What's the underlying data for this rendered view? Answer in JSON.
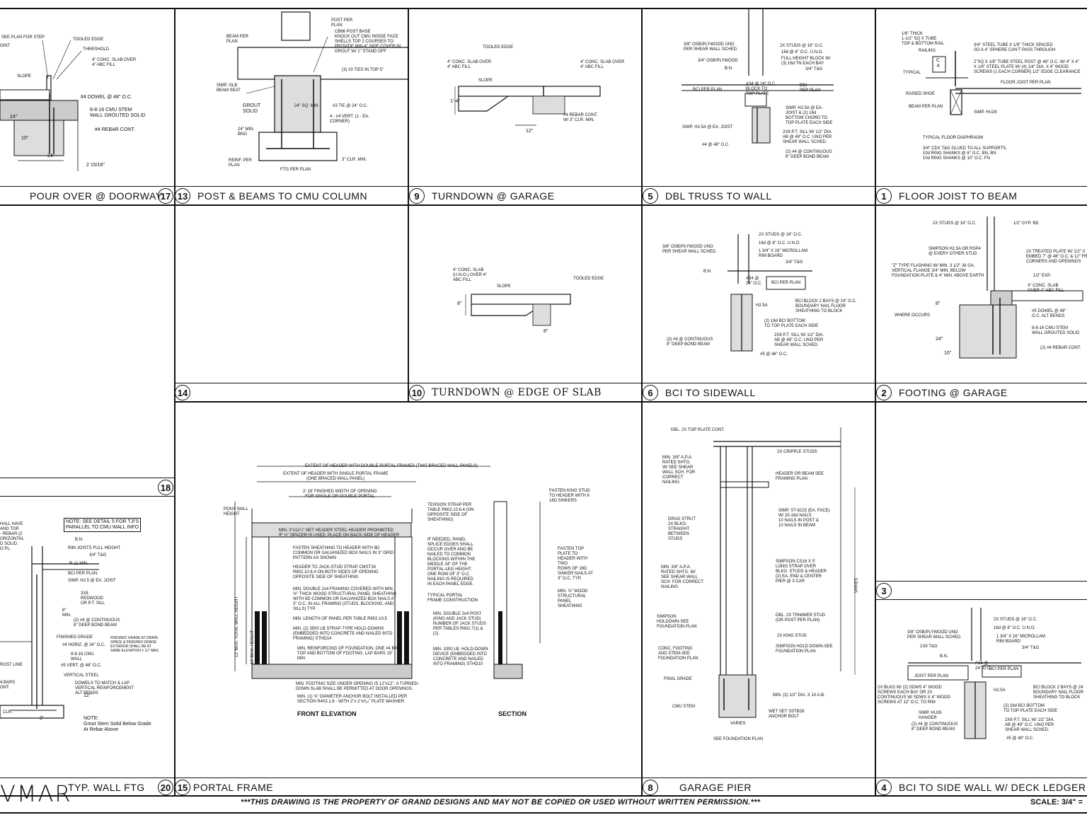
{
  "sheet": {
    "disclaimer": "***THIS DRAWING IS THE PROPERTY OF GRAND DESIGNS AND MAY NOT BE COPIED OR USED WITHOUT WRITTEN PERMISSION.***",
    "scale": "SCALE: 3/4\" =",
    "logo": "VMAR"
  },
  "details": [
    {
      "id": "d17",
      "num": "17",
      "title": "POUR OVER @ DOORWAY",
      "notes": [
        "SEE PLAN FOR STEP",
        "OINT",
        "TOOLED EDGE",
        "THRESHOLD",
        "4\" CONC. SLAB OVER\n4\" ABC FILL",
        "SLOPE",
        "#4 DOWEL @ 48\" O.C.",
        "8-8-16 CMU STEM\nWALL GROUTED SOLID",
        "#4 REBAR CONT.",
        "24\"",
        "10\"",
        "24\"",
        "2 15/16\""
      ]
    },
    {
      "id": "d13",
      "num": "13",
      "title": "POST & BEAMS TO CMU COLUMN",
      "notes": [
        "POST PER\nPLAN",
        "CB66 POST BASE\nKNOCK OUT CMU INSIDE FACE\nSHELLS TOP 2 COURSES TO\nPROVIDE MIN 4\" SIDE COVER IN\nGROUT W/ 1\" STAND OFF",
        "BEAM PER\nPLAN",
        "(3) #3 TIES IN TOP 5\"",
        "SIMP. GLB\nBEAM SEAT",
        "GROUT\nSOLID",
        "24\" SQ. MIN.",
        "#3 TIE @ 24\" O.C.",
        "4 - #4 VERT. (1 - EA.\nCORNER)",
        "24\" MIN.\nBNG",
        "REINF. PER\nPLAN",
        "3\" CLR. MIN.",
        "FTG PER PLAN"
      ]
    },
    {
      "id": "d9",
      "num": "9",
      "title": "TURNDOWN @ GARAGE",
      "notes": [
        "TOOLED EDGE",
        "4\" CONC. SLAB OVER\n4\" ABC FILL",
        "4\" CONC. SLAB OVER\n4\" ABC FILL",
        "SLOPE",
        "1'-4\"",
        "#4 REBAR CONT.\nW/ 3\" CLR. MIN.",
        "12\""
      ]
    },
    {
      "id": "d5",
      "num": "5",
      "title": "DBL TRUSS TO WALL",
      "notes": [
        "3/8\" OSB/PLYWOOD UNO\nPER SHEAR WALL SCHED.",
        "2X STUDS @ 16\" O.C.",
        "16d @ 8\" O.C. U.N.O.",
        "3/4\" OSB/PLYWOOD",
        "FULL HEIGHT BLOCK W/\n(3) 16d TN EACH BAY",
        "B.N.",
        "3/4\" T&G",
        "BCI PER PLAN",
        "A34 @ 24\" O.C.\nBLOCK TO\nTOP PLATE",
        "BCI\nPER PLAN",
        "SIMP. H2.5A @ EA.\nJOIST & (2) 16d\nBOTTOM CHORD TO\nTOP PLATE EACH SIDE",
        "SIMP. H2.5A @ EA. JOIST",
        "2X8 P.T. SILL W/ 1/2\" DIA.\nAB @ 48\" O.C. UNO PER\nSHEAR WALL SCHED.",
        "#4 @ 48\" O.C.",
        "(2) #4 @ CONTINUOUS\n8\" DEEP BOND BEAM"
      ]
    },
    {
      "id": "d1",
      "num": "1",
      "title": "FLOOR JOIST TO BEAM",
      "notes": [
        "1/8\" THICK\n1-1/2\" SQ X TUBE\nTOP & BOTTOM RAIL",
        "3/4\" STEEL TUBE X 1/8\" THICK SPACED\nSO A 4\" SPHERE CAN'T PASS THROUGH",
        "RAILING",
        "TYPICAL",
        "2\"SQ X 1/8\" TUBE STEEL POST @ 48\" O.C. W/ 4\" X 4\"\nX 1/4\" STEEL PLATE W/ (4) 1/4\" DIA. X 4\" WOOD\nSCREWS (1 EACH CORNER) 1/2\" EDGE CLEARANCE",
        "FLOOR JOIST PER PLAN",
        "RAISED SHOE",
        "BEAM PER PLAN",
        "SIMP. HU28",
        "TYPICAL FLOOR DIAPHRAGM",
        "3/4\" CDX T&G GLUED TO ALL SUPPORTS,\n10d RING SHANKS @ 6\" O.C. BN, BN\n10d RING SHANKS @ 10\" O.C. FN",
        "C\n4"
      ]
    },
    {
      "id": "d14",
      "num": "14",
      "title": "",
      "notes": []
    },
    {
      "id": "d10",
      "num": "10",
      "title": "TURNDOWN @ EDGE OF SLAB",
      "notes": [
        "4\" CONC. SLAB\n(U.N.O.) OVER 4\"\nABC FILL",
        "TOOLED EDGE",
        "SLOPE",
        "8\"",
        "8\""
      ]
    },
    {
      "id": "d6",
      "num": "6",
      "title": "BCI TO SIDEWALL",
      "notes": [
        "2X STUDS @ 16\" O.C.",
        "3/8\" OSB/PLYWOOD UNO\nPER SHEAR WALL SCHED.",
        "16d @ 8\" O.C. U.N.O.",
        "1 3/4\" X 16\" MICROLLAM\nRIM BOARD",
        "3/4\" T&G",
        "B.N.",
        "A34 @\n24\" O.C.",
        "BCI PER PLAN",
        "BCI BLOCK 2 BAYS @ 24\" O.C.\nBOUNDARY NAIL FLOOR\nSHEATHING TO BLOCK",
        "H2.5A",
        "(2) 16d BCI BOTTOM\nTO TOP PLATE EACH SIDE",
        "(2) #4 @ CONTINUOUS\n8\" DEEP BOND BEAM",
        "2X8 P.T. SILL W/ 1/2\" DIA.\nAB @ 48\" O.C. UNO PER\nSHEAR WALL SCHED.",
        "#5 @ 48\" O.C."
      ]
    },
    {
      "id": "d2",
      "num": "2",
      "title": "FOOTING @ GARAGE",
      "notes": [
        "2X STUDS @ 16\" O.C.",
        "1/2\" GYP. BD",
        "SIMPSON H2.5A OR RSP4\n@ EVERY OTHER STUD",
        "2X TREATED PLATE W/ 1/2\" X 10\"\nEMBED 7\" @ 48\" O.C. & 12\" FROM\nCORNERS AND OPENINGS",
        "\"Z\" TYPE FLASHING W/ MIN. 3 1/2\" 26 GA.\nVERTICAL FLANGE 3/4\" MIN. BELOW\nFOUNDATION PLATE & 4\" MIN. ABOVE EARTH",
        "1/2\" EXP.",
        "4\" CONC. SLAB\nOVER 4\" ABC FILL",
        "WHERE OCCURS",
        "#5 DOWEL @ 48\"\nO.C. ALT BENDS",
        "8-8-16 CMU STEM\nWALL GROUTED SOLID",
        "(2) #4 REBAR CONT.",
        "24\"",
        "8\"",
        "10\""
      ]
    },
    {
      "id": "d18",
      "num": "18",
      "title": "",
      "notes": []
    },
    {
      "id": "d20",
      "num": "20",
      "title": "TYP. WALL FTG",
      "notes": [
        "HALL HAVE\nAND TOP.\n- REBAR (2\nORIZONTAL\nD SOLID.\nO PL.",
        "NOTE: SEE DETAIL 5 FOR TJI'S\nPARALLEL TO CMU WALL INFO",
        "B.N.",
        "RIM JOISTS FULL HEIGHT",
        "3/4\" T&G",
        "R-11 MIN.",
        "BCI PER PLAN",
        "SIMP. H2.5 @ EA. JOIST",
        "3X8\nREDWOOD\nOR P.T. SILL",
        "(2) #4 @ CONTINUOUS\n8\" DEEP BOND BEAM",
        "FINISHED GRADE",
        "#4 HORIZ. @ 24\" O.C.",
        "8-8-16 CMU\nWALL",
        "#5 VERT. @ 48\" O.C.",
        "VERTICAL STEEL",
        "DOWELS TO MATCH & LAP\nVERTICAL REINFORCEMENT\nALT BENDS",
        "FINISHED GRADE AT DRAIN-\nSPACE & FINISHED GRADE\nEXTERIOR SHALL BE AT\nSAME ELEVATION ± 12\" MAX.",
        "NOTE:\nGrout Stem Solid Below Grade\nAt Rebar Above",
        "CLR.",
        "2'",
        "12\"",
        "8\"\nMIN.",
        "ROST LINE",
        "4 BARS\nONT."
      ]
    },
    {
      "id": "d15",
      "num": "15",
      "title": "PORTAL FRAME",
      "notes": [
        "EXTENT OF HEADER WITH DOUBLE PORTAL FRAMES (TWO BRACED WALL PANELS)",
        "EXTENT OF HEADER WITH SINGLE PORTAL FRAME\n(ONE BRACED WALL PANEL)",
        "2'-18' FINISHED WIDTH OF OPENING\nFOR SINGLE OR DOUBLE PORTAL",
        "PONY WALL\nHEIGHT",
        "MIN. 3\"x11¼\" NET HEADER STEEL HEADER PROHIBITED\nIF ½\" SPACER IS USED, PLACE ON BACK-SIDE OF HEADER",
        "FASTEN SHEATHING TO HEADER WITH 8D\nCOMMON OR GALVANIZED BOX NAILS IN 3\" GRID\nPATTERN AS SHOWN",
        "HEADER TO JACK-STUD STRAP CMST16\nR602.10.6.4 ON BOTH SIDES OF OPENING\nOPPOSITE SIDE OF SHEATHING",
        "MIN. DOUBLE 2x4 FRAMING COVERED WITH MIN.\n⅜\" THICK WOOD STRUCTURAL PANEL SHEATHING\nWITH 8D COMMON OR GALVANIZED BOX NAILS AT\n3\" O.C. IN ALL FRAMING (STUDS, BLOCKING, AND\nSILLS) TYP.",
        "MIN. LENGTH OF PANEL PER TABLE R602.10.5",
        "MIN. (2) 3500 LB STRAP-TYPE HOLD-DOWNS\n(EMBEDDED INTO CONCRETE AND NAILED INTO\nFRAMING) STHD14",
        "MIN. REINFORCING OF FOUNDATION, ONE #4 BAR\nTOP AND BOTTOM OF FOOTING. LAP BARS 15\"\nMIN",
        "MIN. FOOTING SIZE UNDER OPENING IS 12\"x12\". A TURNED-\nDOWN SLAB SHALL BE PERMITTED AT DOOR OPENINGS.",
        "MIN. (1) ⅝\" DIAMETER ANCHOR BOLT INSTALLED PER\nSECTION R403.1.6 - WITH 2\"x 2\"x³⁄₁₆\" PLATE WASHER",
        "TENSION STRAP PER\nTABLE R602.10.6.4 (ON\nOPPOSITE SIDE OF\nSHEATHING)",
        "IF NEEDED, PANEL\nSPLICE EDGES SHALL\nOCCUR OVER AND BE\nNAILED TO COMMON\nBLOCKING WITHIN THE\nMIDDLE 24\" OF THE\nPORTAL-LEG HEIGHT.\nONE ROW OF 3\" O.C.\nNAILING IS REQUIRED\nIN EACH PANEL EDGE.",
        "TYPICAL PORTAL\nFRAME CONSTRUCTION",
        "MIN. DOUBLE 2x4 POST\n(KING AND JACK STUD)\nNUMBER OF JACK STUDS\nPER TABLES R602.7(1) &\n(2).",
        "MIN. 1000 LB. HOLD-DOWN\nDEVICE (EMBEDDED INTO\nCONCRETE AND NAILED\nINTO FRAMING) STHD10",
        "FASTEN KING STUD\nTO HEADER WITH 6\n16D SINKERS",
        "FASTEN TOP\nPLATE TO\nHEADER WITH\nTWO\nROWS OF 16D\nSINKER NAILS AT\n3\" O.C. TYP.",
        "MIN. ⅜\" WOOD\nSTRUCTURAL\nPANEL\nSHEATHING",
        "FRONT ELEVATION",
        "SECTION",
        "12' MAX. TOTAL WALL HEIGHT",
        "10' MAX. HEIGHT"
      ]
    },
    {
      "id": "d8",
      "num": "8",
      "title": "GARAGE PIER",
      "notes": [
        "DBL. 2X TOP PLATE CONT.",
        "MIN. 3/8\" A.P.A.\nRATED SHTG.\nW/ SEE SHEAR\nWALL SCH. FOR\nCORRECT\nNAILING",
        "2X CRIPPLE STUDS",
        "HEADER OR BEAM SEE\nFRAMING PLAN",
        "SIMP. ST-6215 (EA. FACE)\nW/ 20-16d NAILS\n10 NAILS IN POST &\n10 NAILS IN BEAM",
        "DRAG STRUT\n2X BLKG.\nSTRAIGHT\nBETWEEN\nSTUDS",
        "SIMPSON CS16 X 5'\nLONG STRAP OVER\nBLKG. STUDS & HEADER\n(2) EA. END & CENTER\nPIER @ 3 CAR",
        "MIN. 3/8\" A.P.A.\nRATED SHTG. W/\nSEE SHEAR WALL\nSCH. FOR CORRECT\nNAILING",
        "DBL. 2X TRIMMER STUD\n(OR POST PER PLAN)",
        "SIMPSON\nHOLDOWN-SEE\nFOUNDATION PLAN",
        "2X KING STUD",
        "CONC. FOOTING\nAND STEM-SEE\nFOUNDATION PLAN",
        "SIMPSON HOLD DOWN-SEE\nFOUNDATION PLAN",
        "FINAL GRADE",
        "MIN. (2) 1/2\" DIA. X 10 A.B.",
        "CMU STEM",
        "WET SET SSTB28\nANCHOR BOLT",
        "VARIES",
        "SEE FOUNDATION PLAN",
        "VARIES"
      ]
    },
    {
      "id": "d3",
      "num": "3",
      "title": "",
      "notes": []
    },
    {
      "id": "d4",
      "num": "4",
      "title": "BCI TO SIDE WALL W/ DECK LEDGER",
      "notes": [
        "2X STUDS @ 16\" O.C.",
        "16d @ 8\" O.C. U.N.O.",
        "3/8\" OSB/PLYWOOD UNO\nPER SHEAR WALL SCHED.",
        "1 3/4\" X 16\" MICROLLAM\nRIM BOARD",
        "1X8 T&G",
        "3/4\" T&G",
        "B.N.",
        "A34 @\n24\" O.C.",
        "BCI PER PLAN",
        "JOIST PER PLAN",
        "H2.5A",
        "2X BLKG W/ (2) SDWS 4\" WOOD\nSCREWS EACH BAY OR 2X\nCONTINUOUS W/ SDWS X 4\" WOOD\nSCREWS AT 12\" O.C. TO RIM",
        "BCI BLOCK 2 BAYS @ 24\nBOUNDARY NAIL FLOOR\nSHEATHING TO BLOCK",
        "SIMP. HU26\nHANGER",
        "(2) 16d BCI BOTTOM\nTO TOP PLATE EACH SIDE",
        "(2) #4 @ CONTINUOUS\n8\" DEEP BOND BEAM",
        "2X8 P.T. SILL W/ 1/2\" DIA.\nAB @ 48\" O.C. UNO PER\nSHEAR WALL SCHED.",
        "#5 @ 48\" O.C."
      ]
    }
  ]
}
